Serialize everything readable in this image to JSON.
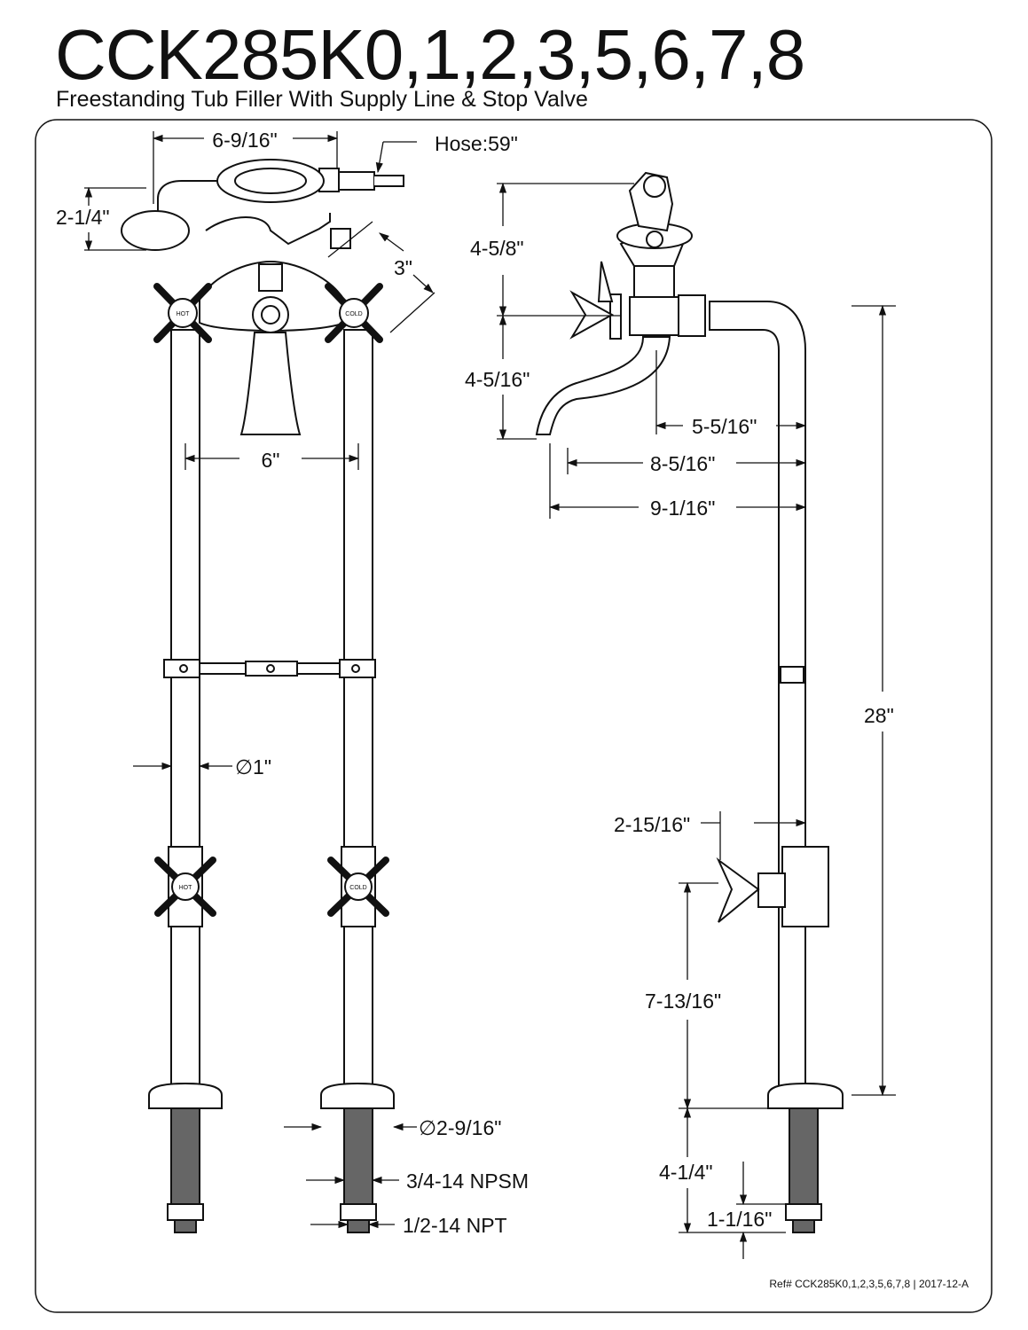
{
  "title": "CCK285K0,1,2,3,5,6,7,8",
  "subtitle": "Freestanding Tub Filler With Supply Line & Stop Valve",
  "front_view": {
    "dim_top_width": "6-9/16\"",
    "hose_label": "Hose:59\"",
    "dim_shower_height": "2-1/4\"",
    "dim_offset": "3\"",
    "dim_center_spacing": "6\"",
    "dim_pipe_diameter": "∅1\"",
    "dim_flange_diameter": "∅2-9/16\"",
    "dim_npsm": "3/4-14 NPSM",
    "dim_npt": "1/2-14 NPT",
    "handle_hot": "HOT",
    "handle_cold": "COLD"
  },
  "side_view": {
    "dim_top_height": "4-5/8\"",
    "dim_spout_height": "4-5/16\"",
    "dim_spout_reach_1": "5-5/16\"",
    "dim_spout_reach_2": "8-5/16\"",
    "dim_spout_reach_3": "9-1/16\"",
    "dim_total_height": "28\"",
    "dim_valve_offset": "2-15/16\"",
    "dim_valve_height": "7-13/16\"",
    "dim_shank_length": "4-1/4\"",
    "dim_shank_min": "1-1/16\""
  },
  "reference": "Ref# CCK285K0,1,2,3,5,6,7,8 | 2017-12-A"
}
